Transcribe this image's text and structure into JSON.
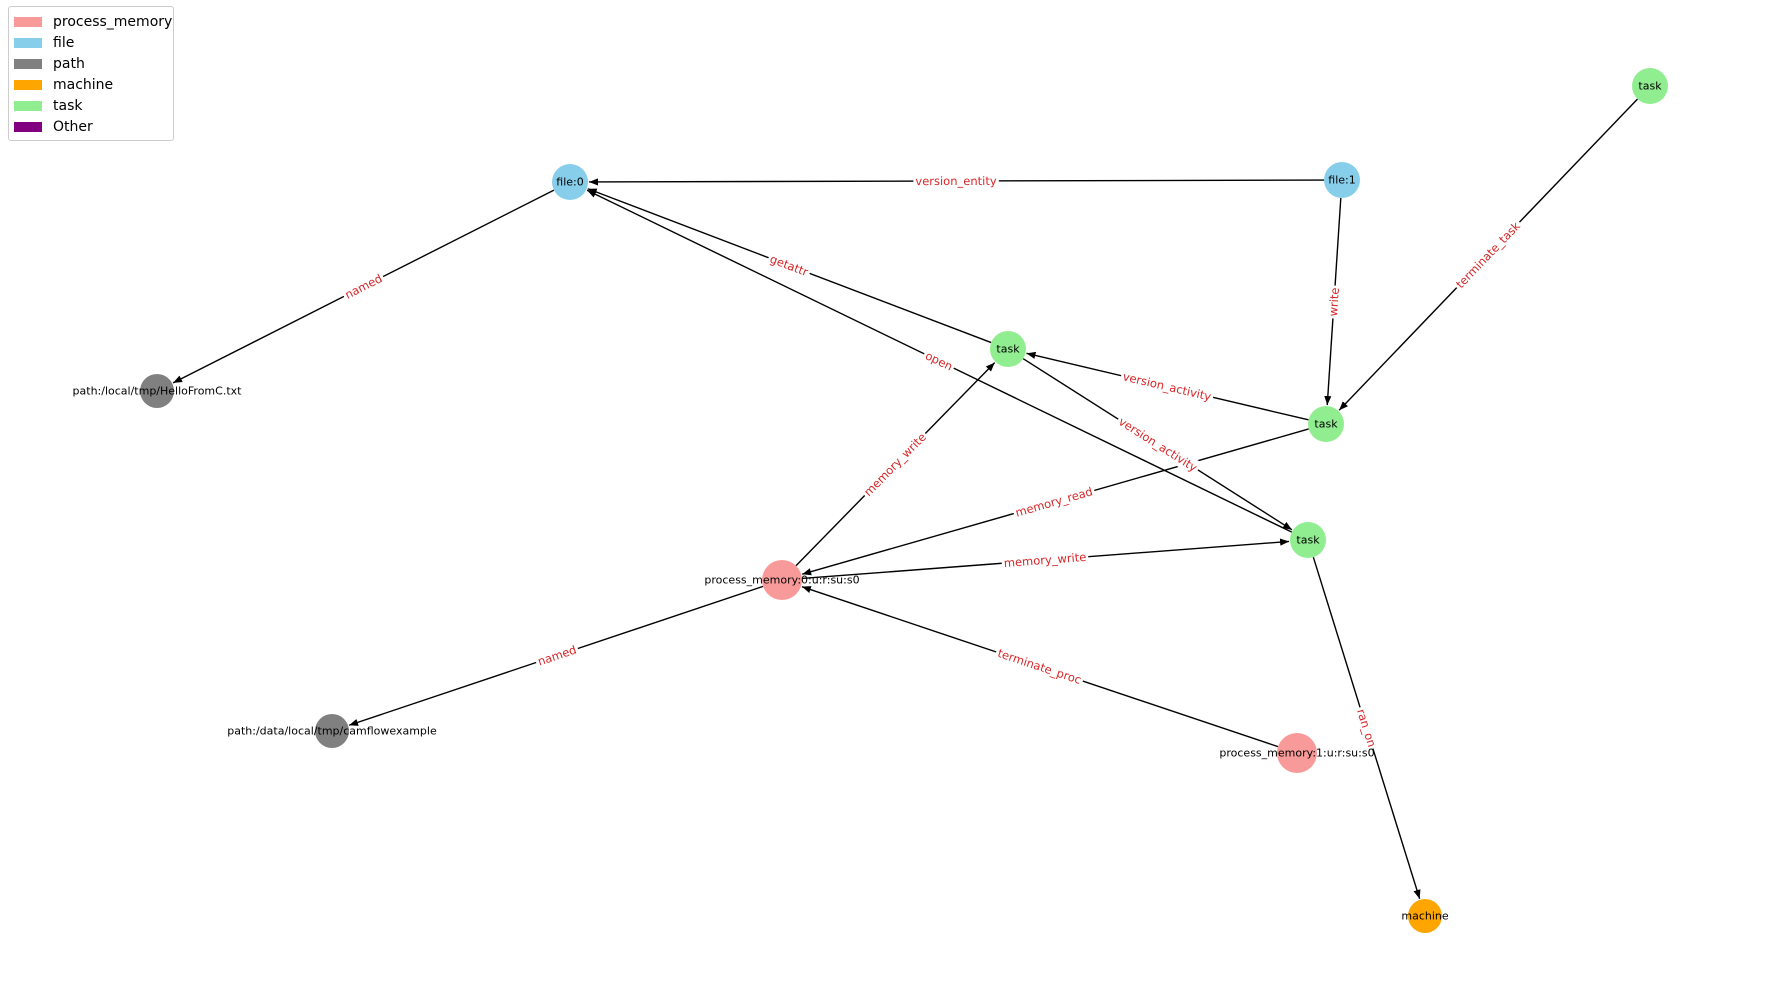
{
  "legend": {
    "items": [
      {
        "label": "process_memory",
        "color": "#f99a9a"
      },
      {
        "label": "file",
        "color": "#87ceeb"
      },
      {
        "label": "path",
        "color": "#808080"
      },
      {
        "label": "machine",
        "color": "#ffa500"
      },
      {
        "label": "task",
        "color": "#90ee90"
      },
      {
        "label": "Other",
        "color": "#800080"
      }
    ]
  },
  "colors": {
    "edge_line": "#000000",
    "edge_label": "#d62728"
  },
  "graph": {
    "nodes": [
      {
        "id": "file0",
        "label": "file:0",
        "type": "file"
      },
      {
        "id": "file1",
        "label": "file:1",
        "type": "file"
      },
      {
        "id": "taskTR",
        "label": "task",
        "type": "task"
      },
      {
        "id": "taskMid",
        "label": "task",
        "type": "task"
      },
      {
        "id": "taskR",
        "label": "task",
        "type": "task"
      },
      {
        "id": "taskLow",
        "label": "task",
        "type": "task"
      },
      {
        "id": "path1",
        "label": "path:/local/tmp/HelloFromC.txt",
        "type": "path"
      },
      {
        "id": "path2",
        "label": "path:/data/local/tmp/camflowexample",
        "type": "path"
      },
      {
        "id": "pm0",
        "label": "process_memory:0:u:r:su:s0",
        "type": "process_memory"
      },
      {
        "id": "pm1",
        "label": "process_memory:1:u:r:su:s0",
        "type": "process_memory"
      },
      {
        "id": "machine",
        "label": "machine",
        "type": "machine"
      }
    ],
    "edges": [
      {
        "source": "file1",
        "target": "file0",
        "label": "version_entity"
      },
      {
        "source": "file0",
        "target": "path1",
        "label": "named"
      },
      {
        "source": "taskMid",
        "target": "file0",
        "label": "getattr"
      },
      {
        "source": "taskLow",
        "target": "file0",
        "label": "open"
      },
      {
        "source": "file1",
        "target": "taskR",
        "label": "write"
      },
      {
        "source": "taskTR",
        "target": "taskR",
        "label": "terminate_task"
      },
      {
        "source": "taskR",
        "target": "taskMid",
        "label": "version_activity"
      },
      {
        "source": "taskMid",
        "target": "taskLow",
        "label": "version_activity"
      },
      {
        "source": "pm0",
        "target": "taskMid",
        "label": "memory_write"
      },
      {
        "source": "taskR",
        "target": "pm0",
        "label": "memory_read"
      },
      {
        "source": "pm0",
        "target": "taskLow",
        "label": "memory_write"
      },
      {
        "source": "pm0",
        "target": "path2",
        "label": "named"
      },
      {
        "source": "pm1",
        "target": "pm0",
        "label": "terminate_proc"
      },
      {
        "source": "taskLow",
        "target": "machine",
        "label": "ran_on"
      }
    ]
  }
}
